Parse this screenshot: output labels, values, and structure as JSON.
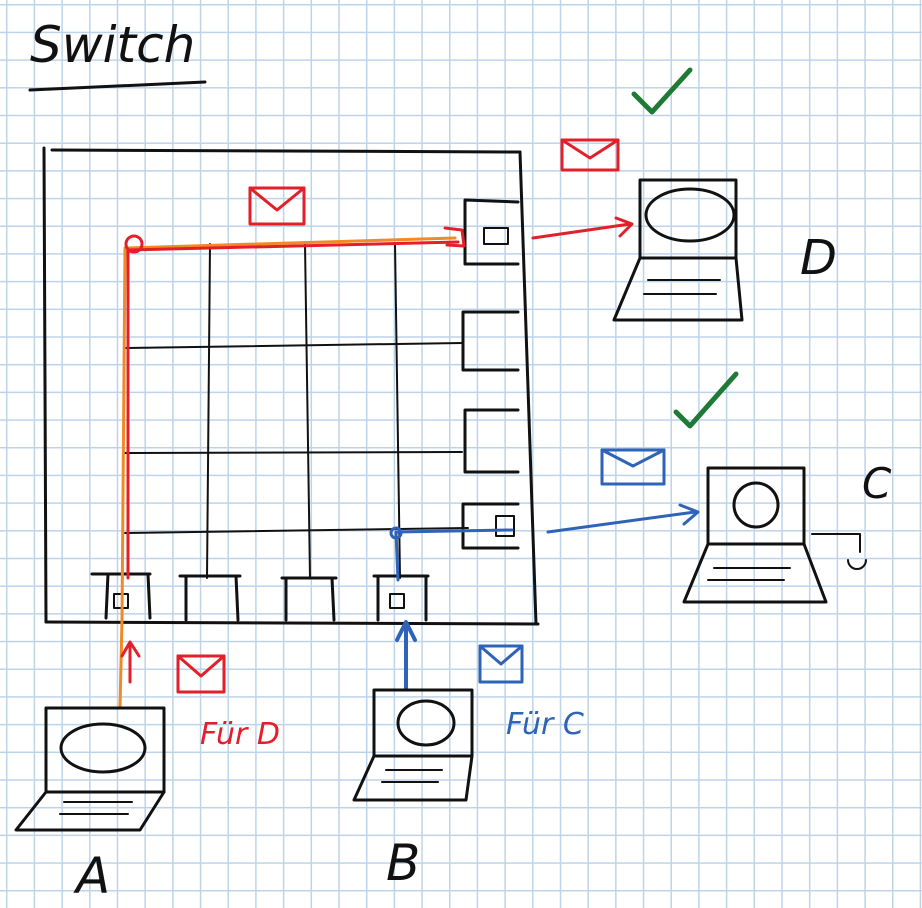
{
  "title": "Switch",
  "nodes": {
    "a": "A",
    "b": "B",
    "c": "C",
    "d": "D"
  },
  "notes": {
    "for_d": "Für D",
    "for_c": "Für C"
  },
  "colors": {
    "ink": "#111111",
    "red": "#e3202a",
    "orange": "#f08a24",
    "blue": "#2e63b7",
    "green": "#1f7a35",
    "grid": "#bcd3ea"
  }
}
